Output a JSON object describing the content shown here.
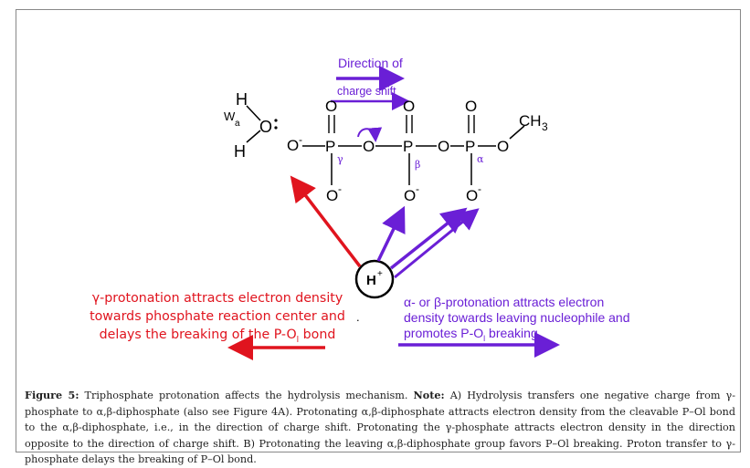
{
  "diagram": {
    "direction_label_line1": "Direction of",
    "direction_label_line2": "charge shift",
    "water": {
      "h_top": "H",
      "h_bottom": "H",
      "o": "O",
      "w": "W",
      "w_sub": "a"
    },
    "atoms": {
      "o_minus_left": "O",
      "p_gamma": "P",
      "bridge_o1": "O",
      "p_beta": "P",
      "bridge_o2": "O",
      "p_alpha": "P",
      "o_right": "O",
      "ch3": "CH",
      "ch3_sub": "3",
      "o_top_gamma": "O",
      "o_top_beta": "O",
      "o_top_alpha": "O",
      "o_bottom_gamma": "O",
      "o_bottom_beta": "O",
      "o_bottom_alpha": "O"
    },
    "greek": {
      "gamma": "γ",
      "beta": "β",
      "alpha": "α"
    },
    "proton": "H",
    "proton_charge": "+",
    "dot": ".",
    "red_note_lines": [
      "γ-protonation attracts electron density",
      "towards phosphate reaction center and",
      "delays the breaking of the P-O",
      "bond"
    ],
    "red_note_sub": "l",
    "purple_note_lines": [
      "α- or β-protonation attracts electron",
      "density towards leaving nucleophile and",
      "promotes P-O",
      "breaking"
    ],
    "purple_note_sub": "l",
    "colors": {
      "red": "#e0141e",
      "purple": "#6a1fd6",
      "black": "#000000"
    }
  },
  "caption": {
    "label": "Figure 5:",
    "text1": "Triphosphate protonation affects the hydrolysis mechanism.",
    "note_label": "Note:",
    "text2": "A) Hydrolysis transfers one negative charge from γ-phosphate to α,β-diphosphate (also see Figure 4A). Protonating α,β-diphosphate attracts electron density from the cleavable P–Ol bond to the α,β-diphosphate, i.e., in the direction of charge shift. Protonating the γ-phosphate attracts electron density in the direction opposite to the direction of charge shift. B) Protonating the leaving α,β-diphosphate group favors P–Ol breaking. Proton transfer to γ-phosphate delays the breaking of P–Ol bond."
  }
}
